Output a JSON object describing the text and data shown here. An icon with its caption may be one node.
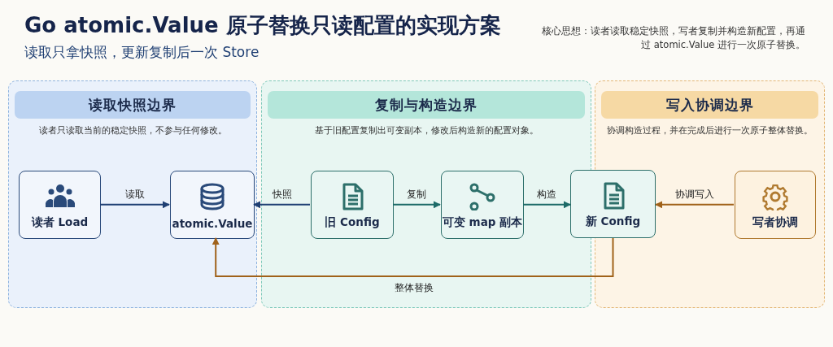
{
  "diagram": {
    "title": "Go atomic.Value 原子替换只读配置的实现方案",
    "nodes": [
      {
        "text": [
          "读取快照边界",
          "读者只读取当前的稳定快照，不参与任何修改。"
        ]
      },
      {
        "text": [
          "复制与构造边界",
          "基于旧配置复制出可变副本，修改后构造新的配置对象。"
        ]
      },
      {
        "text": [
          "写入协调边界",
          "协调构造过程，并在完成后进行一次原子整体替换。"
        ]
      },
      {
        "text": [
          "读者 Load"
        ],
        "in": 0
      },
      {
        "text": [
          "atomic.Value"
        ],
        "in": 0
      },
      {
        "text": [
          "旧 Config"
        ],
        "in": 1
      },
      {
        "text": [
          "可变 map 副本"
        ],
        "in": 1
      },
      {
        "text": [
          "新 Config"
        ]
      },
      {
        "text": [
          "写者协调"
        ],
        "in": 2
      }
    ],
    "edges": [
      {
        "from": 3,
        "to": 4,
        "arrow": "to",
        "label": "读取",
        "color": "#1f3f73"
      },
      {
        "from": 5,
        "to": 4,
        "arrow": "to",
        "label": "快照",
        "color": "#1f3f73"
      },
      {
        "from": 5,
        "to": 6,
        "arrow": "to",
        "label": "复制",
        "color": "#1d6b68"
      },
      {
        "from": 6,
        "to": 7,
        "arrow": "to",
        "label": "构造",
        "color": "#1d6b68"
      },
      {
        "from": 8,
        "to": 7,
        "arrow": "to",
        "label": "协调写入",
        "color": "#a0621a"
      },
      {
        "from": 7,
        "to": 4,
        "arrow": "to",
        "label": "整体替换",
        "color": "#a0621a"
      }
    ],
    "labels": [
      "读取只拿快照，更新复制后一次 Store",
      "核心思想：读者读取稳定快照，写者复制并构造新配置，再通过 atomic.Value 进行一次原子替换。"
    ]
  }
}
